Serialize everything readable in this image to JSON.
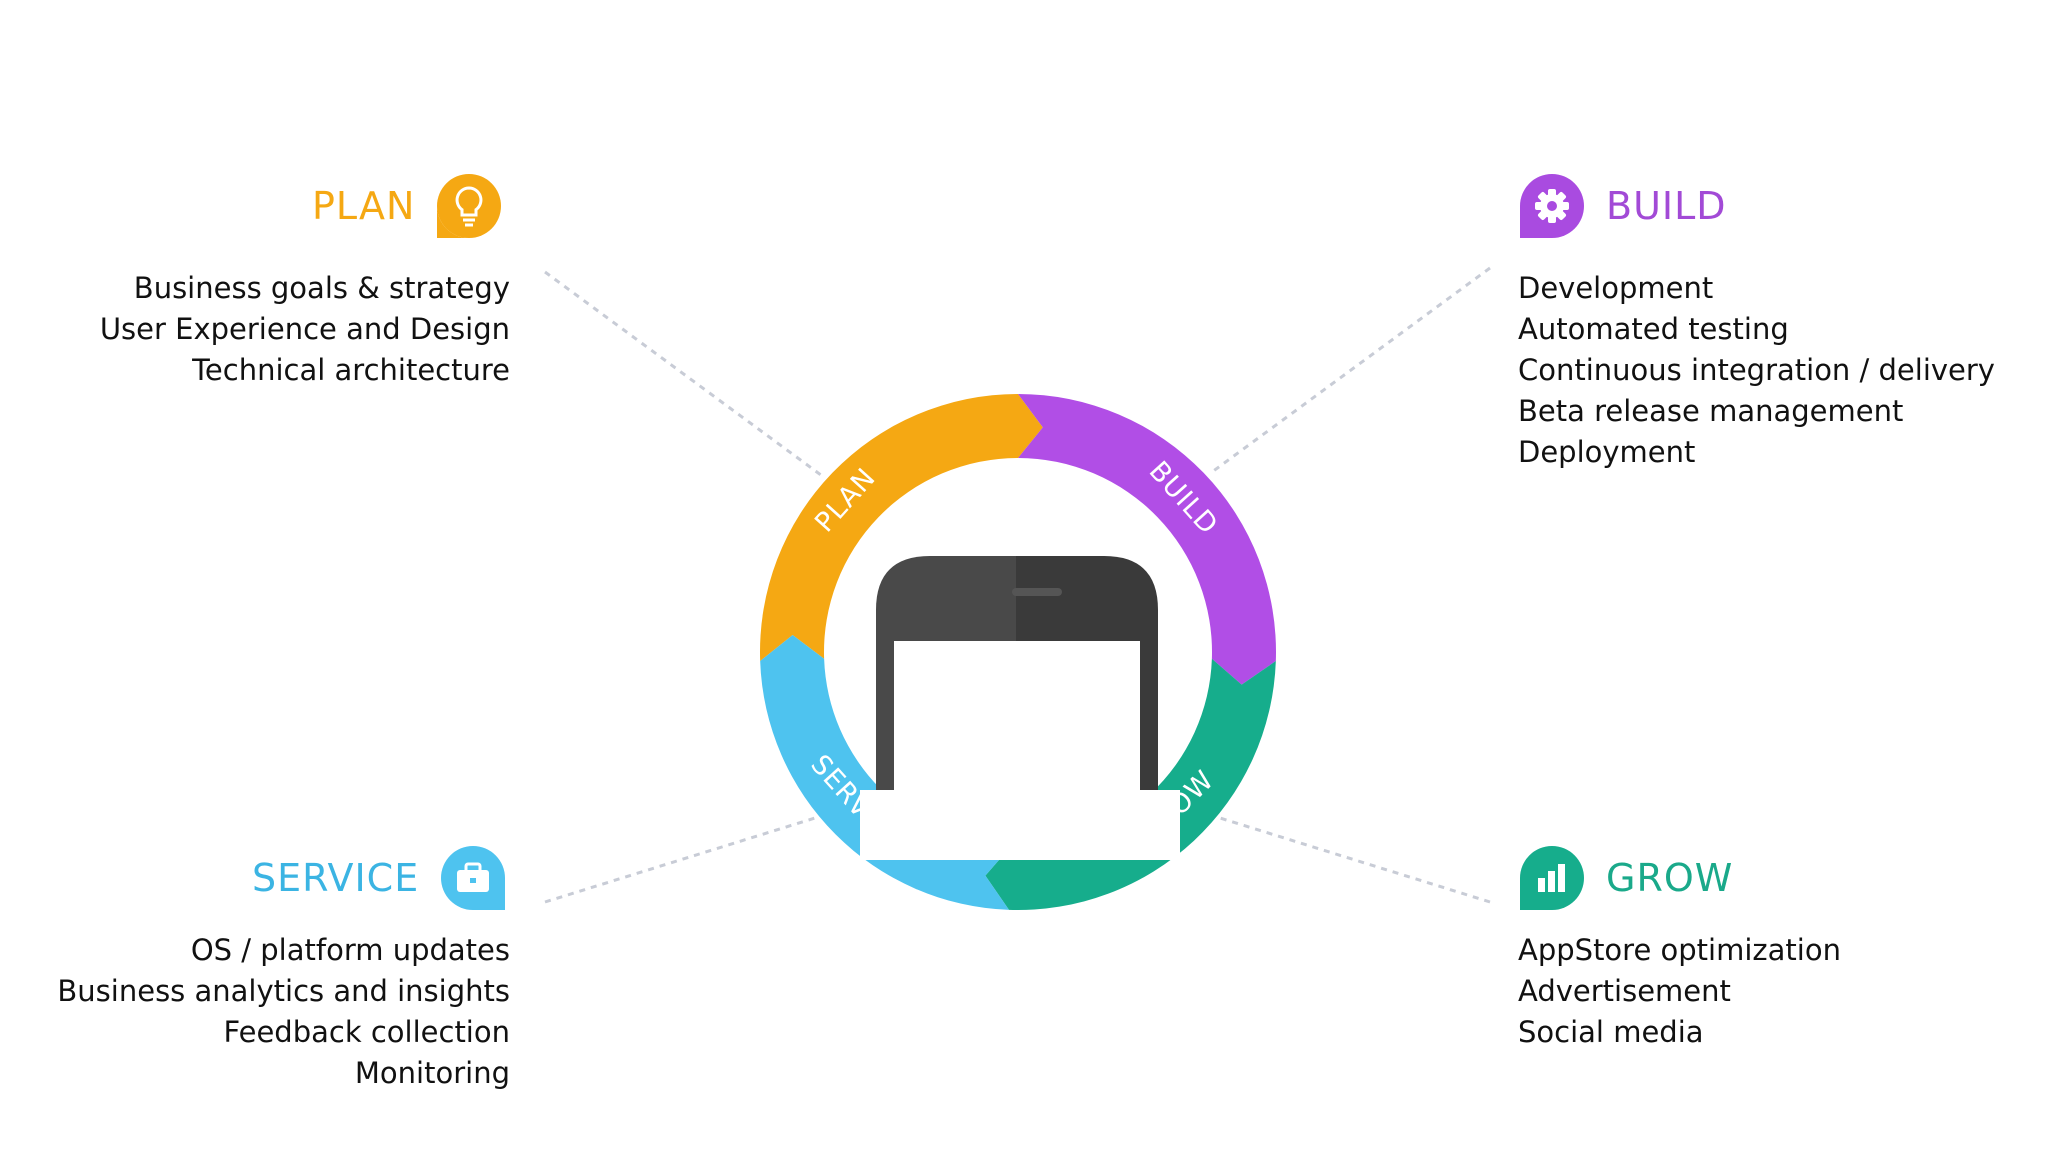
{
  "colors": {
    "plan": "#f5a813",
    "build": "#b14ee6",
    "grow": "#16ad8c",
    "service": "#4ec3ef",
    "phone_body": "#3a3a3a",
    "connector": "#c8ccd6"
  },
  "ring_labels": {
    "plan": "PLAN",
    "build": "BUILD",
    "grow": "GROW",
    "service": "SERVICE"
  },
  "plan": {
    "title": "PLAN",
    "icon": "lightbulb-icon",
    "items": [
      "Business goals & strategy",
      "User Experience and Design",
      "Technical architecture"
    ]
  },
  "build": {
    "title": "BUILD",
    "icon": "gear-icon",
    "items": [
      "Development",
      "Automated testing",
      "Continuous  integration / delivery",
      "Beta release management",
      "Deployment"
    ]
  },
  "service": {
    "title": "SERVICE",
    "icon": "briefcase-icon",
    "items": [
      "OS / platform updates",
      "Business analytics and insights",
      "Feedback collection",
      "Monitoring"
    ]
  },
  "grow": {
    "title": "GROW",
    "icon": "bar-chart-icon",
    "items": [
      "AppStore optimization",
      "Advertisement",
      "Social media"
    ]
  }
}
